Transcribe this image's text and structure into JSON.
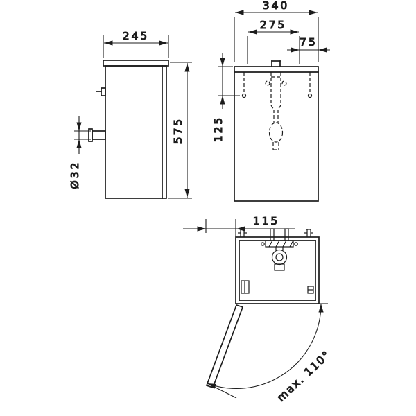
{
  "background_color": "#ffffff",
  "line_color": "#1c1c1c",
  "views": {
    "side": {
      "dim_depth": "245",
      "dim_height": "575",
      "dim_drain_diameter": "Ø32"
    },
    "front": {
      "dim_width": "340",
      "dim_span_inner": "275",
      "dim_offset_right": "75",
      "dim_offset_top": "125"
    },
    "plan": {
      "dim_door_projection": "115",
      "dim_max_opening_angle": "max. 110°"
    }
  }
}
